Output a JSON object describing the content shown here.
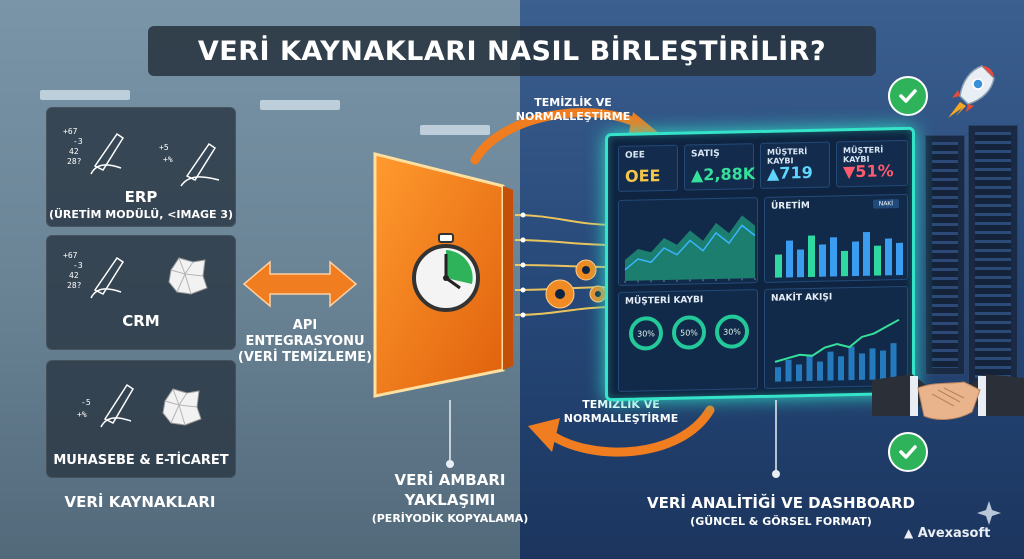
{
  "title": "VERİ KAYNAKLARI NASIL BİRLEŞTİRİLİR?",
  "sources": {
    "erp": {
      "label": "ERP",
      "sub": "(ÜRETİM MODÜLÜ, <IMAGE 3)"
    },
    "crm": {
      "label": "CRM"
    },
    "accounting": {
      "label": "MUHASEBE & E-TİCARET"
    },
    "heading": "VERİ KAYNAKLARI"
  },
  "handwriting": {
    "a": [
      "+67",
      "-3",
      "42",
      "28?"
    ],
    "b": [
      "+5",
      "+%"
    ],
    "c": [
      "-5",
      "+%"
    ]
  },
  "api": {
    "line1": "API",
    "line2": "ENTEGRASYONU",
    "line3": "(VERİ TEMİZLEME)"
  },
  "top_arrow": {
    "line1": "TEMİZLİK VE",
    "line2": "NORMALLEŞTİRME"
  },
  "bottom_arrow": {
    "line1": "TEMİZLİK VE",
    "line2": "NORMALLEŞTİRME"
  },
  "warehouse": {
    "line1": "VERİ AMBARI",
    "line2": "YAKLAŞIMI",
    "line3": "(PERİYODİK KOPYALAMA)"
  },
  "analytics": {
    "line1": "VERİ ANALİTİĞİ VE DASHBOARD",
    "line2": "(GÜNCEL & GÖRSEL FORMAT)"
  },
  "dashboard": {
    "kpis": [
      {
        "label": "OEE",
        "value": "OEE",
        "color": "#f3c64a"
      },
      {
        "label": "SATIŞ",
        "value": "▲2,88K",
        "color": "#35e09a"
      },
      {
        "label": "MÜŞTERİ KAYBI",
        "value": "▲719",
        "color": "#5fd6ff"
      },
      {
        "label": "MÜŞTERİ KAYBI",
        "value": "▼51%",
        "color": "#ff5a6e"
      }
    ],
    "production_title": "ÜRETİM",
    "production_badge": "NAKİ",
    "churn_title": "MÜŞTERİ KAYBI",
    "cash_title": "NAKİT AKIŞI",
    "rings": [
      "30%",
      "50%",
      "30%"
    ],
    "area_chart": [
      0.3,
      0.45,
      0.4,
      0.6,
      0.5,
      0.7,
      0.55,
      0.8,
      0.65,
      0.9,
      0.75
    ],
    "production_bars": [
      0.5,
      0.8,
      0.6,
      0.9,
      0.7,
      0.85,
      0.55,
      0.75,
      0.95,
      0.65,
      0.8,
      0.7
    ],
    "cash_bars": [
      0.3,
      0.45,
      0.35,
      0.55,
      0.4,
      0.6,
      0.5,
      0.7,
      0.55,
      0.65,
      0.6,
      0.75
    ],
    "cash_line": [
      0.3,
      0.35,
      0.4,
      0.38,
      0.5,
      0.55,
      0.5,
      0.65,
      0.7,
      0.8,
      0.9
    ]
  },
  "brand": "Avexasoft",
  "colors": {
    "orange": "#f07d1f",
    "teal": "#35e3c9",
    "green": "#2fb35a"
  }
}
